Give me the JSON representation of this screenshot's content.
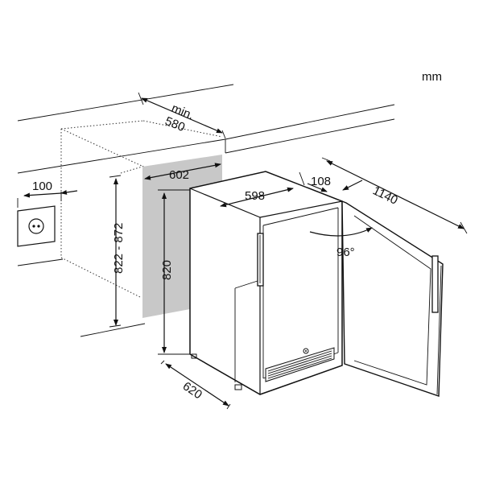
{
  "unit": "mm",
  "dimensions": {
    "min_depth_label": "min.",
    "min_depth": "580",
    "niche_width": "602",
    "socket_offset": "100",
    "niche_height": "822 - 872",
    "appliance_height": "820",
    "appliance_width": "598",
    "door_clearance": "108",
    "total_depth_open": "1140",
    "door_angle": "96°",
    "appliance_depth": "620"
  },
  "colors": {
    "line": "#111111",
    "niche_shade": "#c8c8c8"
  },
  "icons": [
    "socket-icon",
    "door-handle-icon"
  ]
}
